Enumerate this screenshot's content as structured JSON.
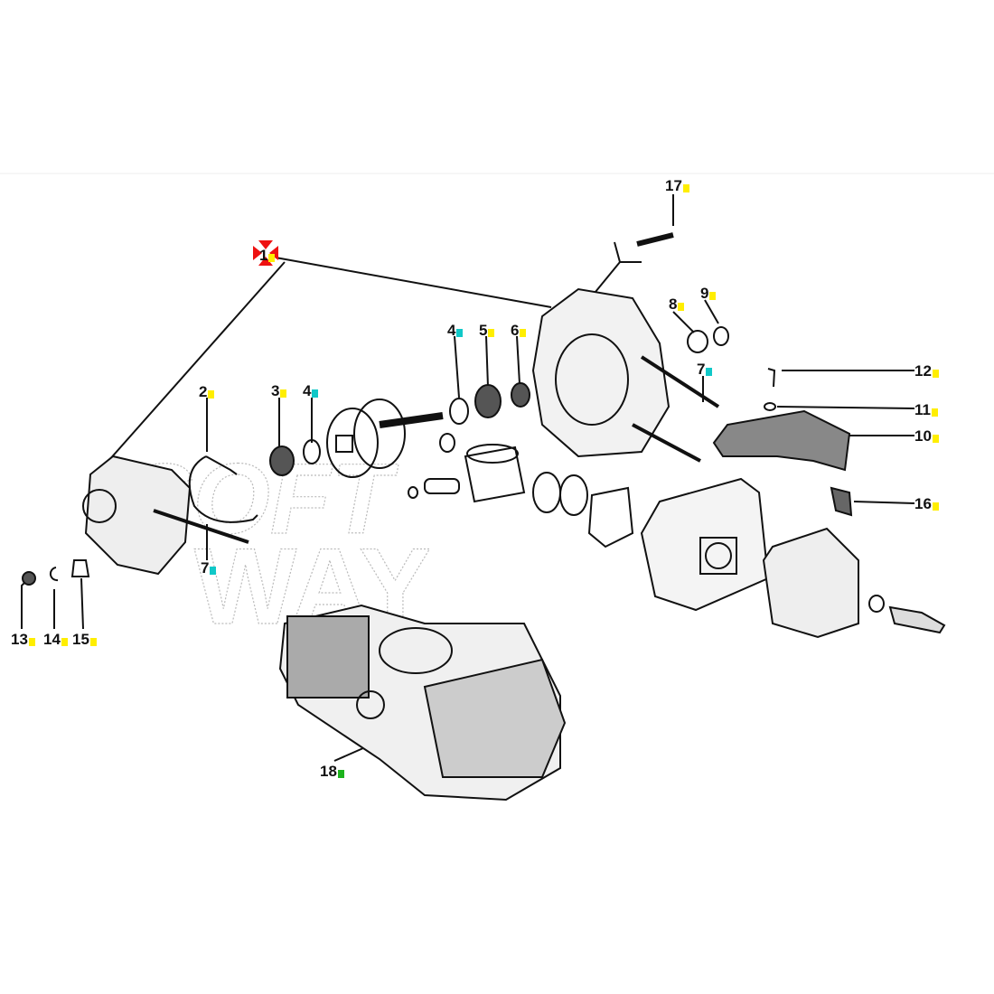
{
  "diagram": {
    "watermark": "SOFT WAY",
    "colors": {
      "yellow": "#ffee00",
      "cyan": "#10c8c8",
      "green": "#1db31d",
      "red": "#ee1111",
      "line": "#111111"
    },
    "callouts": [
      {
        "id": "c17",
        "text": "17",
        "tag": "yellow"
      },
      {
        "id": "c1",
        "text": "1",
        "tag": "yellow",
        "selected": true
      },
      {
        "id": "c9",
        "text": "9",
        "tag": "yellow"
      },
      {
        "id": "c8",
        "text": "8",
        "tag": "yellow"
      },
      {
        "id": "c4a",
        "text": "4",
        "tag": "cyan"
      },
      {
        "id": "c5",
        "text": "5",
        "tag": "yellow"
      },
      {
        "id": "c6",
        "text": "6",
        "tag": "yellow"
      },
      {
        "id": "c7a",
        "text": "7",
        "tag": "cyan"
      },
      {
        "id": "c12",
        "text": "12",
        "tag": "yellow"
      },
      {
        "id": "c2",
        "text": "2",
        "tag": "yellow"
      },
      {
        "id": "c3",
        "text": "3",
        "tag": "yellow"
      },
      {
        "id": "c4b",
        "text": "4",
        "tag": "cyan"
      },
      {
        "id": "c11",
        "text": "11",
        "tag": "yellow"
      },
      {
        "id": "c10",
        "text": "10",
        "tag": "yellow"
      },
      {
        "id": "c16",
        "text": "16",
        "tag": "yellow"
      },
      {
        "id": "c7b",
        "text": "7",
        "tag": "cyan"
      },
      {
        "id": "c13",
        "text": "13",
        "tag": "yellow"
      },
      {
        "id": "c14",
        "text": "14",
        "tag": "yellow"
      },
      {
        "id": "c15",
        "text": "15",
        "tag": "yellow"
      },
      {
        "id": "c18",
        "text": "18",
        "tag": "green"
      }
    ]
  }
}
